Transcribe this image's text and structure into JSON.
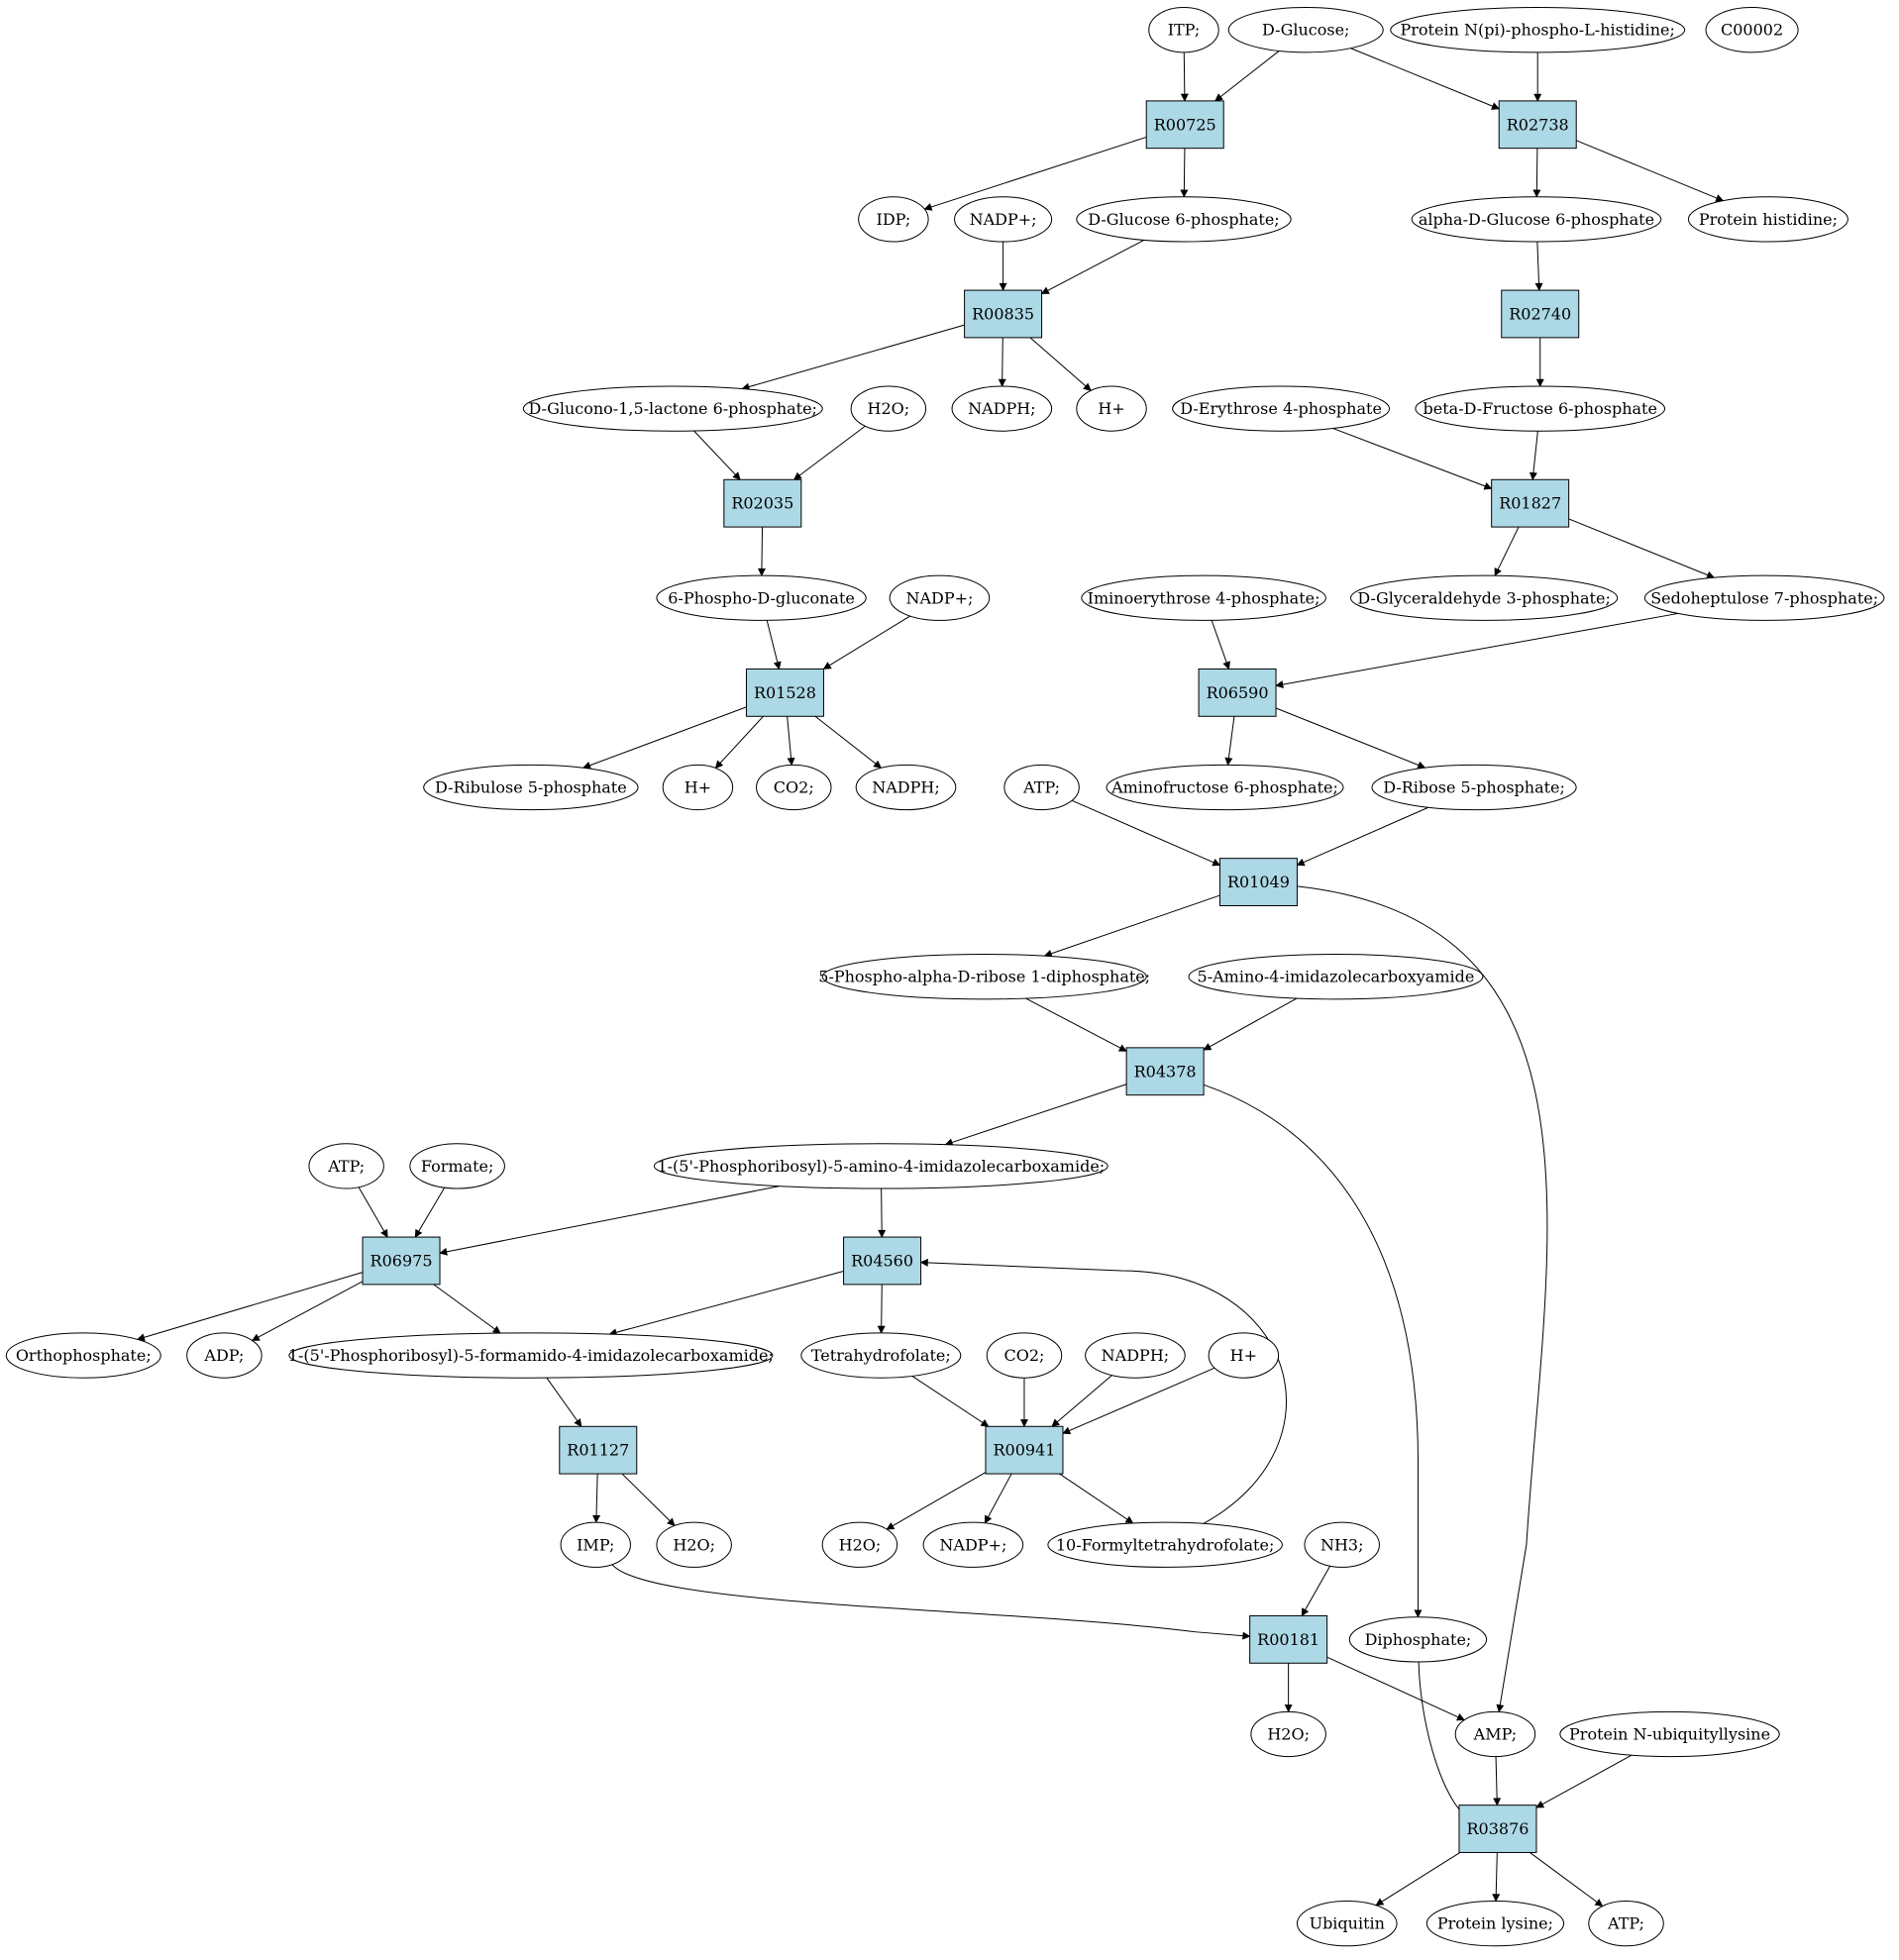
{
  "colors": {
    "reaction_fill": "#add8e6",
    "compound_fill": "#ffffff",
    "start_compound_fill": "#00ee00",
    "target_compound_fill": "#ffff00",
    "stroke": "#000000"
  },
  "reactions": {
    "R00725": "R00725",
    "R02738": "R02738",
    "R00835": "R00835",
    "R02740": "R02740",
    "R02035": "R02035",
    "R01827": "R01827",
    "R01528": "R01528",
    "R06590": "R06590",
    "R01049": "R01049",
    "R04378": "R04378",
    "R06975": "R06975",
    "R04560": "R04560",
    "R01127": "R01127",
    "R00941": "R00941",
    "R00181": "R00181",
    "R03876": "R03876"
  },
  "compounds": {
    "itp": "ITP;",
    "d_glucose": "D-Glucose;",
    "protein_n_pi": "Protein N(pi)-phospho-L-histidine;",
    "c00002": "C00002",
    "idp": "IDP;",
    "nadp_1": "NADP+;",
    "d_glucose_6p": "D-Glucose 6-phosphate;",
    "alpha_glc_6p": "alpha-D-Glucose 6-phosphate",
    "protein_histidine": "Protein histidine;",
    "glucono_lactone": "D-Glucono-1,5-lactone 6-phosphate;",
    "h2o_1": "H2O;",
    "nadph_1": "NADPH;",
    "hplus_1": "H+",
    "erythrose_4p": "D-Erythrose 4-phosphate",
    "beta_fru_6p": "beta-D-Fructose 6-phosphate",
    "phospho_gluconate": "6-Phospho-D-gluconate",
    "nadp_2": "NADP+;",
    "iminoerythrose": "Iminoerythrose 4-phosphate;",
    "glyceraldehyde_3p": "D-Glyceraldehyde 3-phosphate;",
    "sedoheptulose": "Sedoheptulose 7-phosphate;",
    "ribulose_5p": "D-Ribulose 5-phosphate",
    "hplus_2": "H+",
    "co2_1": "CO2;",
    "nadph_2": "NADPH;",
    "atp_1": "ATP;",
    "aminofructose": "Aminofructose 6-phosphate;",
    "ribose_5p": "D-Ribose 5-phosphate;",
    "prpp": "5-Phospho-alpha-D-ribose 1-diphosphate;",
    "aica": "5-Amino-4-imidazolecarboxyamide",
    "atp_2": "ATP;",
    "formate": "Formate;",
    "aicar": "1-(5'-Phosphoribosyl)-5-amino-4-imidazolecarboxamide;",
    "orthophosphate": "Orthophosphate;",
    "adp": "ADP;",
    "faicar": "1-(5'-Phosphoribosyl)-5-formamido-4-imidazolecarboxamide;",
    "thf": "Tetrahydrofolate;",
    "co2_2": "CO2;",
    "nadph_3": "NADPH;",
    "hplus_3": "H+",
    "imp": "IMP;",
    "h2o_2": "H2O;",
    "h2o_3": "H2O;",
    "nadp_3": "NADP+;",
    "formyl_thf": "10-Formyltetrahydrofolate;",
    "nh3": "NH3;",
    "diphosphate": "Diphosphate;",
    "h2o_4": "H2O;",
    "amp": "AMP;",
    "protein_ub_lys": "Protein N-ubiquityllysine",
    "ubiquitin": "Ubiquitin",
    "protein_lysine": "Protein lysine;",
    "atp_3": "ATP;"
  }
}
